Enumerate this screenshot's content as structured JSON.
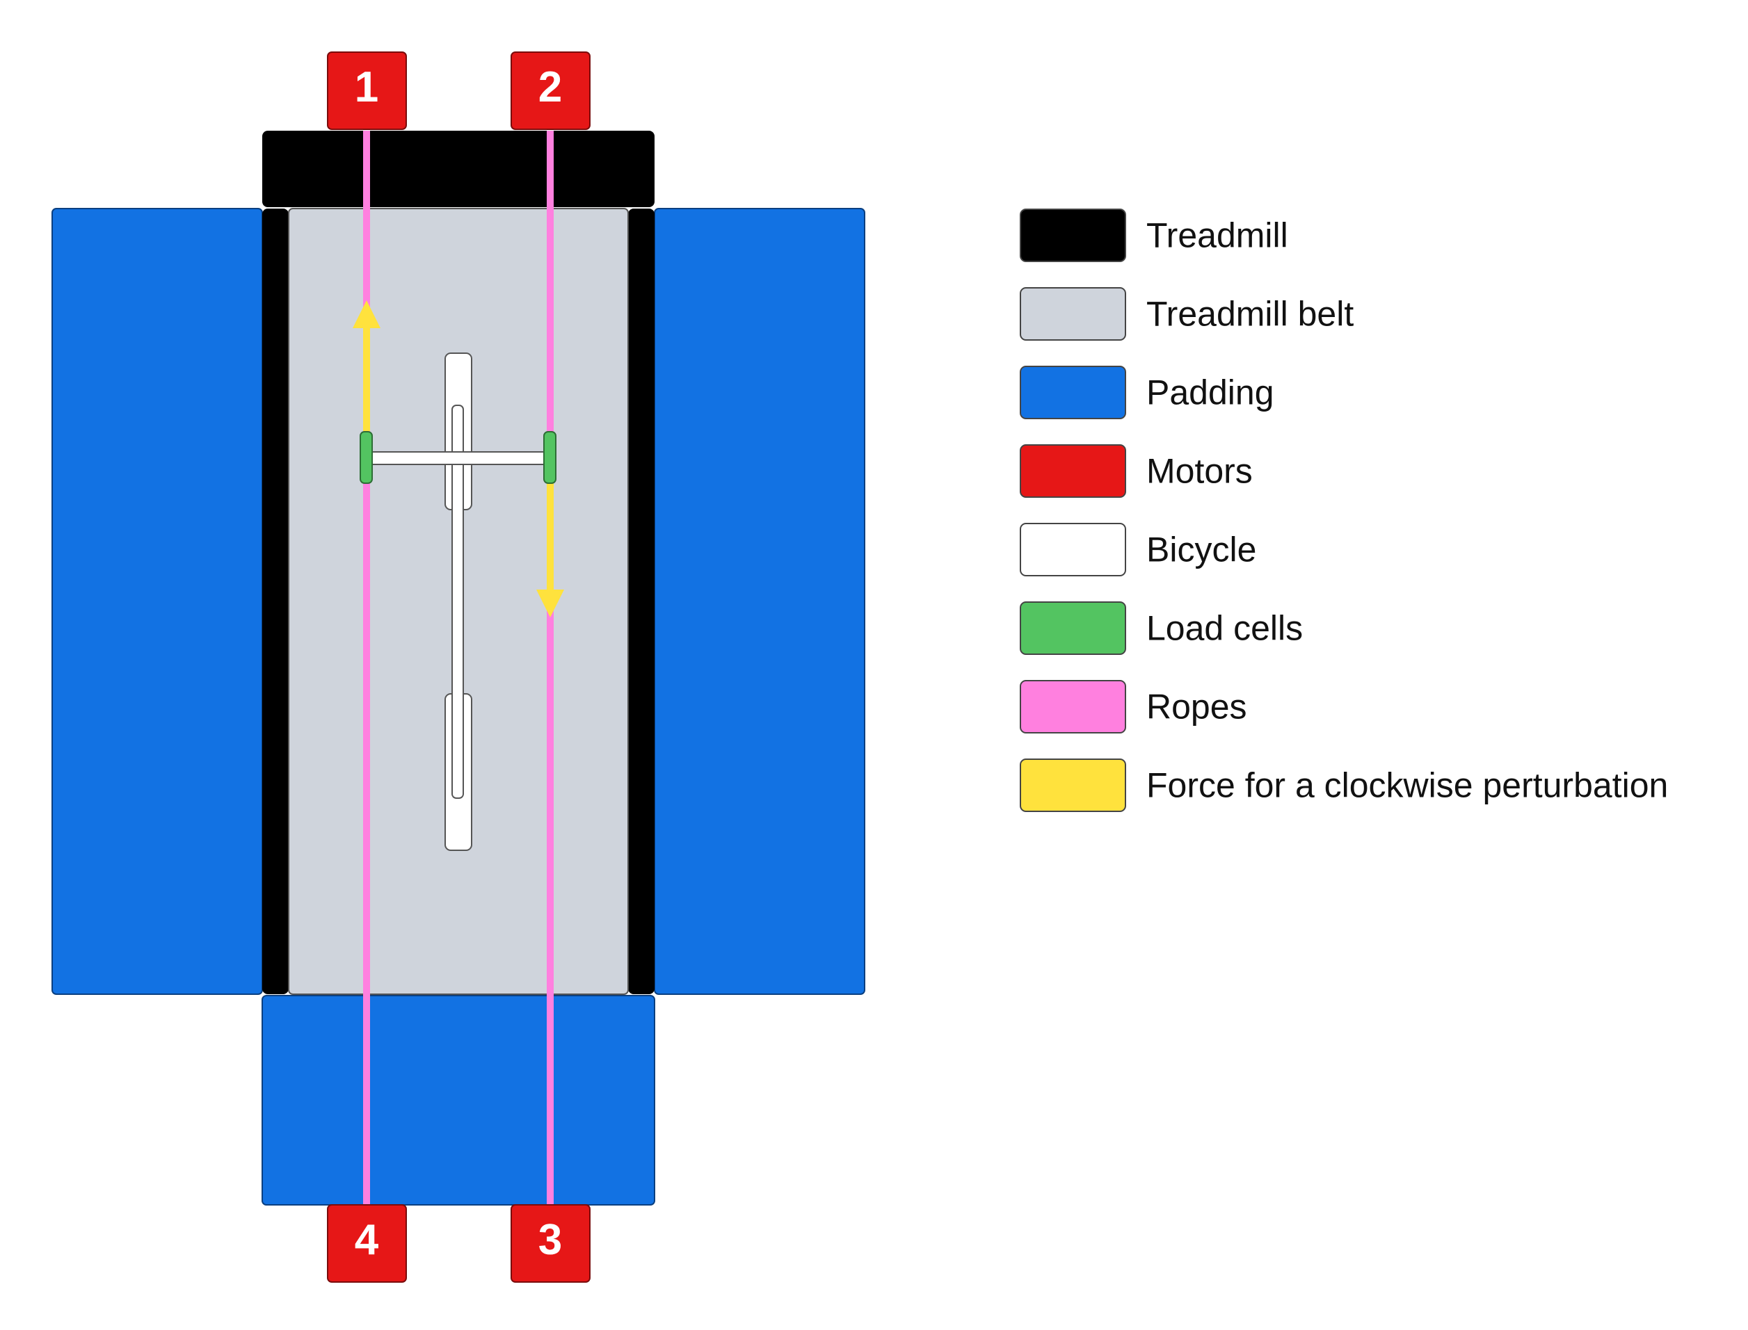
{
  "colors": {
    "treadmill": "#000000",
    "belt": "#cfd4dc",
    "padding": "#1272e3",
    "motor": "#e61717",
    "bicycle": "#ffffff",
    "load_cell": "#53c461",
    "rope": "#ff80df",
    "force": "#ffe23d"
  },
  "motors": {
    "m1": "1",
    "m2": "2",
    "m3": "3",
    "m4": "4"
  },
  "legend": [
    {
      "label": "Treadmill",
      "color": "#000000"
    },
    {
      "label": "Treadmill belt",
      "color": "#cfd4dc"
    },
    {
      "label": "Padding",
      "color": "#1272e3"
    },
    {
      "label": "Motors",
      "color": "#e61717"
    },
    {
      "label": "Bicycle",
      "color": "#ffffff"
    },
    {
      "label": "Load cells",
      "color": "#53c461"
    },
    {
      "label": "Ropes",
      "color": "#ff80df"
    },
    {
      "label": "Force for a clockwise perturbation",
      "color": "#ffe23d"
    }
  ]
}
